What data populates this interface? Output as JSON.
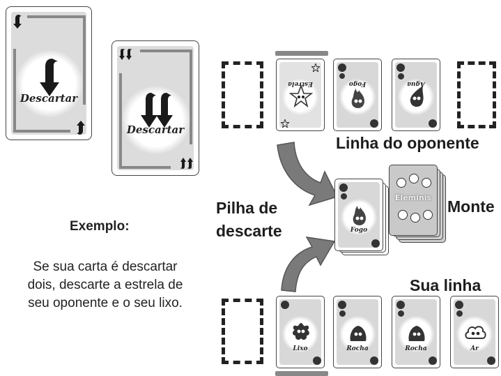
{
  "cards": {
    "discard_one_label": "Descartar",
    "discard_two_label": "Descartar",
    "estrela": "Estrela",
    "fogo_top": "Fogo",
    "agua": "Água",
    "fogo_pile": "Fogo",
    "deck_logo": "Eleminis",
    "lixo": "Lixo",
    "rocha1": "Rocha",
    "rocha2": "Rocha",
    "ar": "Ar"
  },
  "labels": {
    "opponent_line": "Linha do oponente",
    "monte": "Monte",
    "discard_pile_1": "Pilha de",
    "discard_pile_2": "descarte",
    "example_title": "Exemplo:",
    "example_1": "Se sua carta é descartar",
    "example_2": "dois, descarte a estrela de",
    "example_3": "seu oponente e o seu lixo.",
    "your_line": "Sua linha"
  },
  "colors": {
    "card_gray": "#d8d8d8",
    "arrow_gray": "#777777",
    "ink": "#222222"
  }
}
